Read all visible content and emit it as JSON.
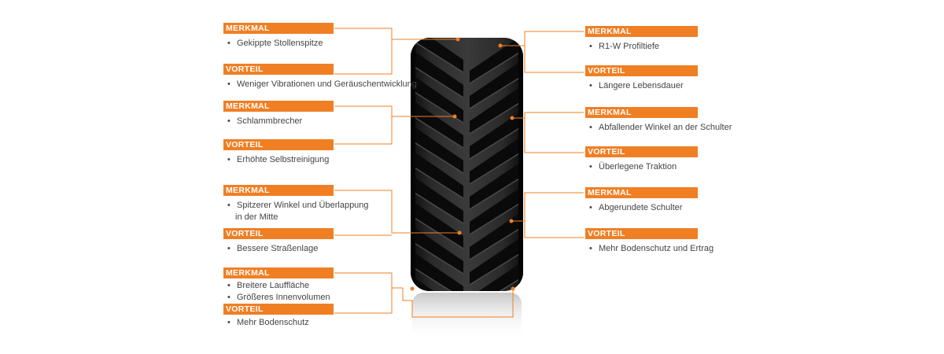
{
  "colors": {
    "accent": "#f07f24",
    "text": "#444444",
    "tire": "#1c1c1c"
  },
  "left": [
    {
      "feature_label": "MERKMAL",
      "feature_items": [
        "Gekippte Stollenspitze"
      ],
      "benefit_label": "VORTEIL",
      "benefit_items": [
        "Weniger Vibrationen und Geräuschentwicklung"
      ]
    },
    {
      "feature_label": "MERKMAL",
      "feature_items": [
        "Schlammbrecher"
      ],
      "benefit_label": "VORTEIL",
      "benefit_items": [
        "Erhöhte Selbstreinigung"
      ]
    },
    {
      "feature_label": "MERKMAL",
      "feature_items": [
        "Spitzerer Winkel und Überlappung",
        "in der Mitte"
      ],
      "benefit_label": "VORTEIL",
      "benefit_items": [
        "Bessere Straßenlage"
      ]
    },
    {
      "feature_label": "MERKMAL",
      "feature_items": [
        "Breitere Lauffläche",
        "Größeres Innenvolumen"
      ],
      "benefit_label": "VORTEIL",
      "benefit_items": [
        "Mehr Bodenschutz"
      ]
    }
  ],
  "right": [
    {
      "feature_label": "MERKMAL",
      "feature_items": [
        "R1-W Profiltiefe"
      ],
      "benefit_label": "VORTEIL",
      "benefit_items": [
        "Längere Lebensdauer"
      ]
    },
    {
      "feature_label": "MERKMAL",
      "feature_items": [
        "Abfallender Winkel an der Schulter"
      ],
      "benefit_label": "VORTEIL",
      "benefit_items": [
        "Überlegene Traktion"
      ]
    },
    {
      "feature_label": "MERKMAL",
      "feature_items": [
        "Abgerundete Schulter"
      ],
      "benefit_label": "VORTEIL",
      "benefit_items": [
        "Mehr Bodenschutz und Ertrag"
      ]
    }
  ]
}
